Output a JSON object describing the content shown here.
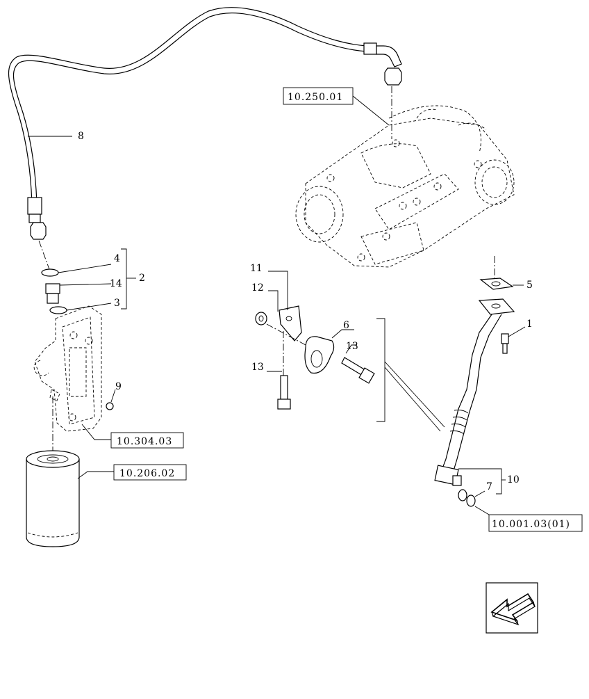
{
  "callouts": {
    "c1": "1",
    "c2": "2",
    "c3": "3",
    "c4": "4",
    "c5": "5",
    "c6": "6",
    "c7": "7",
    "c8": "8",
    "c9": "9",
    "c10": "10",
    "c11": "11",
    "c12": "12",
    "c13a": "13",
    "c13b": "13",
    "c14": "14"
  },
  "references": {
    "ref_turbo": "10.250.01",
    "ref_filter_head": "10.304.03",
    "ref_filter": "10.206.02",
    "ref_engine": "10.001.03(01)"
  },
  "nav_icon": "arrow-left-icon"
}
